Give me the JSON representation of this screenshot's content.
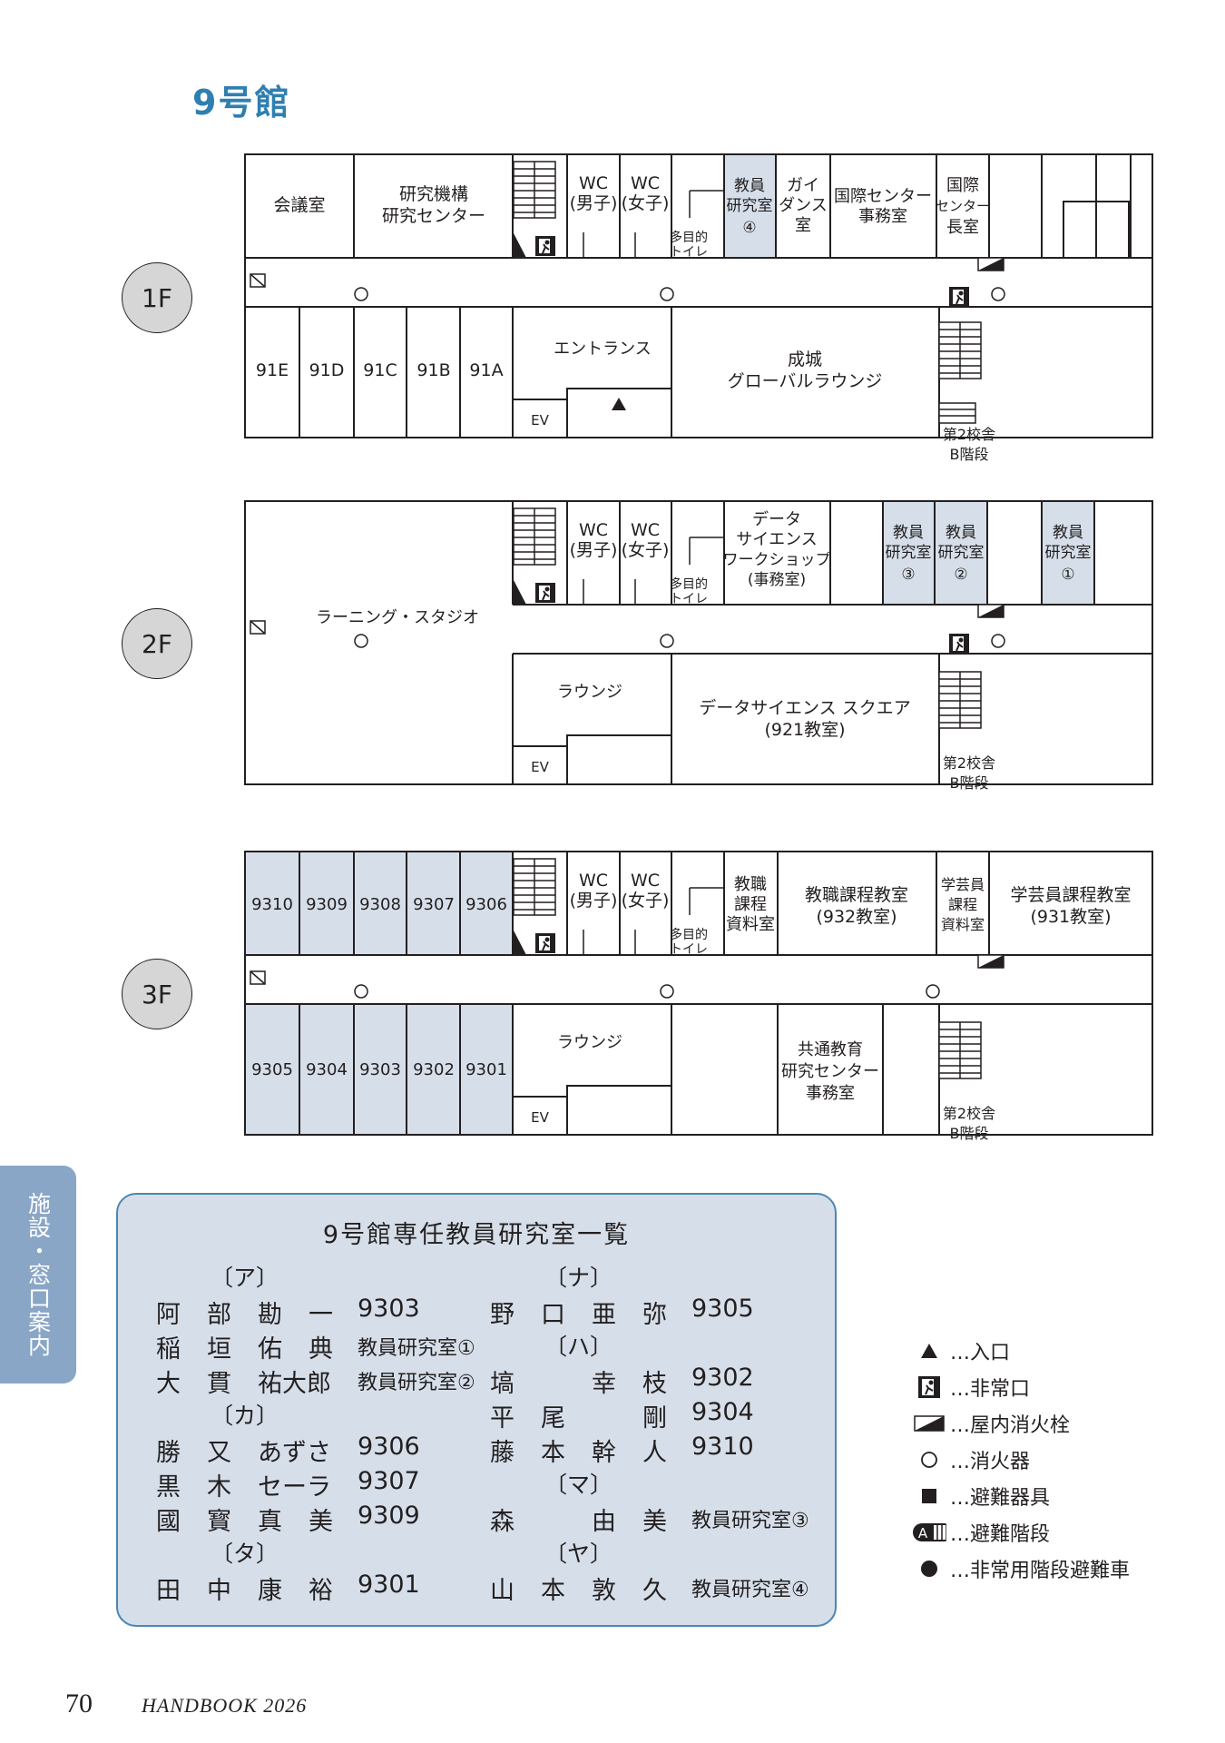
{
  "title": "9号館",
  "floors": [
    {
      "label": "1F"
    },
    {
      "label": "2F"
    },
    {
      "label": "3F"
    }
  ],
  "floor1": {
    "kaigishitsu": "会議室",
    "kenkyu_kiko_1": "研究機構",
    "kenkyu_kiko_2": "研究センター",
    "wc_m_1": "WC",
    "wc_m_2": "(男子)",
    "wc_f_1": "WC",
    "wc_f_2": "(女子)",
    "tamokuteki_1": "多目的",
    "tamokuteki_2": "トイレ",
    "kyoin4_1": "教員",
    "kyoin4_2": "研究室",
    "kyoin4_3": "④",
    "guidance_1": "ガイ",
    "guidance_2": "ダンス",
    "guidance_3": "室",
    "kokusai_jimu_1": "国際センター",
    "kokusai_jimu_2": "事務室",
    "kokusai_cho_1": "国際",
    "kokusai_cho_2": "センター",
    "kokusai_cho_3": "長室",
    "rooms": [
      "91E",
      "91D",
      "91C",
      "91B",
      "91A"
    ],
    "entrance": "エントランス",
    "ev": "EV",
    "lounge_1": "成城",
    "lounge_2": "グローバルラウンジ",
    "stairs_1": "第2校舎",
    "stairs_2": "B階段"
  },
  "floor2": {
    "wc_m_1": "WC",
    "wc_m_2": "(男子)",
    "wc_f_1": "WC",
    "wc_f_2": "(女子)",
    "tamokuteki_1": "多目的",
    "tamokuteki_2": "トイレ",
    "ds_ws_1": "データ",
    "ds_ws_2": "サイエンス",
    "ds_ws_3": "ワークショップ",
    "ds_ws_4": "(事務室)",
    "kyoin3_1": "教員",
    "kyoin3_2": "研究室",
    "kyoin3_3": "③",
    "kyoin2_1": "教員",
    "kyoin2_2": "研究室",
    "kyoin2_3": "②",
    "kyoin1_1": "教員",
    "kyoin1_2": "研究室",
    "kyoin1_3": "①",
    "learning_studio": "ラーニング・スタジオ",
    "lounge": "ラウンジ",
    "ev": "EV",
    "ds_square_1": "データサイエンス スクエア",
    "ds_square_2": "(921教室)",
    "stairs_1": "第2校舎",
    "stairs_2": "B階段"
  },
  "floor3": {
    "rooms_top": [
      "9310",
      "9309",
      "9308",
      "9307",
      "9306"
    ],
    "rooms_bottom": [
      "9305",
      "9304",
      "9303",
      "9302",
      "9301"
    ],
    "wc_m_1": "WC",
    "wc_m_2": "(男子)",
    "wc_f_1": "WC",
    "wc_f_2": "(女子)",
    "tamokuteki_1": "多目的",
    "tamokuteki_2": "トイレ",
    "kyoshoku_shiryo_1": "教職",
    "kyoshoku_shiryo_2": "課程",
    "kyoshoku_shiryo_3": "資料室",
    "kyoshoku_kyoshitsu_1": "教職課程教室",
    "kyoshoku_kyoshitsu_2": "(932教室)",
    "gakugei_shiryo_1": "学芸員",
    "gakugei_shiryo_2": "課程",
    "gakugei_shiryo_3": "資料室",
    "gakugei_kyoshitsu_1": "学芸員課程教室",
    "gakugei_kyoshitsu_2": "(931教室)",
    "lounge": "ラウンジ",
    "ev": "EV",
    "kyotsu_1": "共通教育",
    "kyotsu_2": "研究センター",
    "kyotsu_3": "事務室",
    "stairs_1": "第2校舎",
    "stairs_2": "B階段"
  },
  "side_tab": "施設・窓口案内",
  "faculty": {
    "title": "9号館専任教員研究室一覧",
    "left": [
      {
        "kana": "〔ア〕"
      },
      {
        "name": [
          "阿",
          "部",
          "勘",
          "一"
        ],
        "room": "9303"
      },
      {
        "name": [
          "稲",
          "垣",
          "佑",
          "典"
        ],
        "room": "教員研究室①"
      },
      {
        "name": [
          "大",
          "貫",
          "祐大郎"
        ],
        "room": "教員研究室②"
      },
      {
        "kana": "〔カ〕"
      },
      {
        "name": [
          "勝",
          "又",
          "あずさ"
        ],
        "room": "9306"
      },
      {
        "name": [
          "黒",
          "木",
          "セーラ"
        ],
        "room": "9307"
      },
      {
        "name": [
          "國",
          "寳",
          "真",
          "美"
        ],
        "room": "9309"
      },
      {
        "kana": "〔タ〕"
      },
      {
        "name": [
          "田",
          "中",
          "康",
          "裕"
        ],
        "room": "9301"
      }
    ],
    "right": [
      {
        "kana": "〔ナ〕"
      },
      {
        "name": [
          "野",
          "口",
          "亜",
          "弥"
        ],
        "room": "9305"
      },
      {
        "kana": "〔ハ〕"
      },
      {
        "name": [
          "塙",
          "",
          "幸",
          "枝"
        ],
        "room": "9302"
      },
      {
        "name": [
          "平",
          "尾",
          "",
          "剛"
        ],
        "room": "9304"
      },
      {
        "name": [
          "藤",
          "本",
          "幹",
          "人"
        ],
        "room": "9310"
      },
      {
        "kana": "〔マ〕"
      },
      {
        "name": [
          "森",
          "",
          "由",
          "美"
        ],
        "room": "教員研究室③"
      },
      {
        "kana": "〔ヤ〕"
      },
      {
        "name": [
          "山",
          "本",
          "敦",
          "久"
        ],
        "room": "教員研究室④"
      }
    ]
  },
  "legend": [
    {
      "icon": "triangle-icon",
      "label": "…入口"
    },
    {
      "icon": "emergency-exit-icon",
      "label": "…非常口"
    },
    {
      "icon": "fire-hydrant-icon",
      "label": "…屋内消火栓"
    },
    {
      "icon": "fire-extinguisher-icon",
      "label": "…消火器"
    },
    {
      "icon": "evacuation-equipment-icon",
      "label": "…避難器具"
    },
    {
      "icon": "evacuation-stairs-icon",
      "label": "…避難階段",
      "badge": "A"
    },
    {
      "icon": "evacuation-chair-icon",
      "label": "…非常用階段避難車"
    }
  ],
  "footer": {
    "page": "70",
    "handbook": "HANDBOOK 2026"
  },
  "colors": {
    "accent": "#2f7fb0",
    "highlight_room": "#d6dfe9",
    "panel_border": "#4d86b4",
    "tab": "#8aa6c6"
  }
}
